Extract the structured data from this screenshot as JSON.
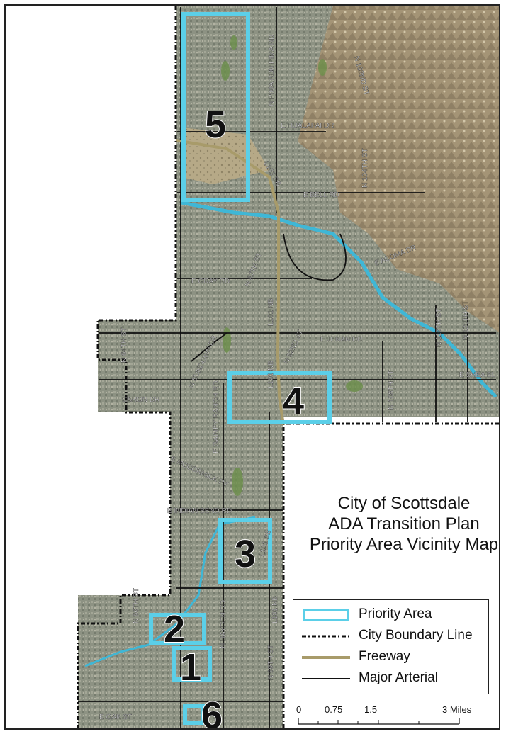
{
  "title": {
    "line1": "City of Scottsdale",
    "line2": "ADA Transition Plan",
    "line3": "Priority Area Vicinity Map"
  },
  "legend": {
    "priority_area": "Priority Area",
    "city_boundary": "City Boundary Line",
    "freeway": "Freeway",
    "major_arterial": "Major Arterial"
  },
  "scale": {
    "labels": [
      "0",
      "0.75",
      "1.5",
      "3 Miles"
    ]
  },
  "priority_areas": [
    "5",
    "4",
    "3",
    "2",
    "1",
    "6"
  ],
  "streets": {
    "n_pima_rd_1": "N PIMA RD",
    "n_pima_rd_2": "N PIMA RD",
    "n_102nd_st": "N 102ND ST",
    "e_hualapai_dr": "E HUALAPAI DR",
    "n_104th_st": "N 104TH ST",
    "l101_sb": "L101 SB",
    "e_bell_rd": "E BELL RD",
    "e_acoma_dr": "E ACOMA DR",
    "n_87th_st": "N 87TH ST",
    "e_gray_rd": "E GRAY RD",
    "n_116th_st": "N 116TH ST",
    "n_120th_st": "N 120TH ST",
    "l101_nb_1": "L101 NB",
    "e_jenan_dr": "E JENAN DR",
    "n_92nd_st": "N 92ND ST",
    "n_64th_st": "N 64TH ST",
    "n_sundown_dr": "N SUNDOWN DR",
    "e_shea_bl": "E SHEA BL",
    "l101_nb_2": "L101 NB",
    "caron_dr": "CARON DR",
    "n_108th_st": "N 108TH ST",
    "e_gainey_ranch_rd": "E GAINEY RANCH RD",
    "e_mccormick_py": "E MCCORMICK PY",
    "e_indian_bend_rd": "E INDIAN BEND RD",
    "l101_sb_2": "L101 SB",
    "n_66th_st": "N 66TH ST",
    "n_hayden_rd": "N HAYDEN RD",
    "l101_nb_3": "L101 NB",
    "n_89th_st": "N 89TH ST",
    "e_oak_st": "E OAK ST"
  },
  "colors": {
    "priority_area": "#5bcfe8",
    "boundary": "#111111",
    "freeway": "#a89b6a",
    "arterial": "#111111",
    "canal": "#3fb7d6",
    "urban": "#8a8f80",
    "desert": "#b7a988",
    "mountain": "#9a8c72"
  }
}
